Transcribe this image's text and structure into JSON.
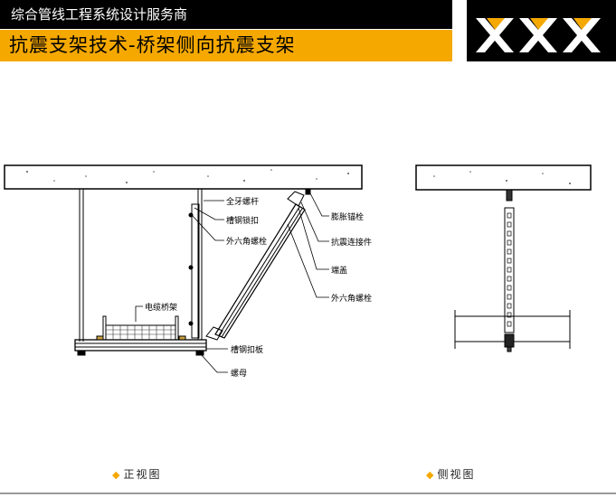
{
  "header": {
    "subtitle": "综合管线工程系统设计服务商",
    "title": "抗震支架技术-桥架侧向抗震支架",
    "logo_text": "XXX"
  },
  "colors": {
    "accent": "#f5a800",
    "dark": "#000000"
  },
  "labels": {
    "threaded_rod": "全牙螺杆",
    "channel_lock": "槽钢锁扣",
    "hex_bolt_1": "外六角螺栓",
    "expansion_anchor": "膨胀锚栓",
    "seismic_connector": "抗震连接件",
    "end_cap": "端盖",
    "hex_bolt_2": "外六角螺栓",
    "cable_tray": "电缆桥架",
    "channel_plate": "槽钢扣板",
    "nut": "螺母"
  },
  "captions": {
    "front": "正视图",
    "side": "侧视图"
  }
}
